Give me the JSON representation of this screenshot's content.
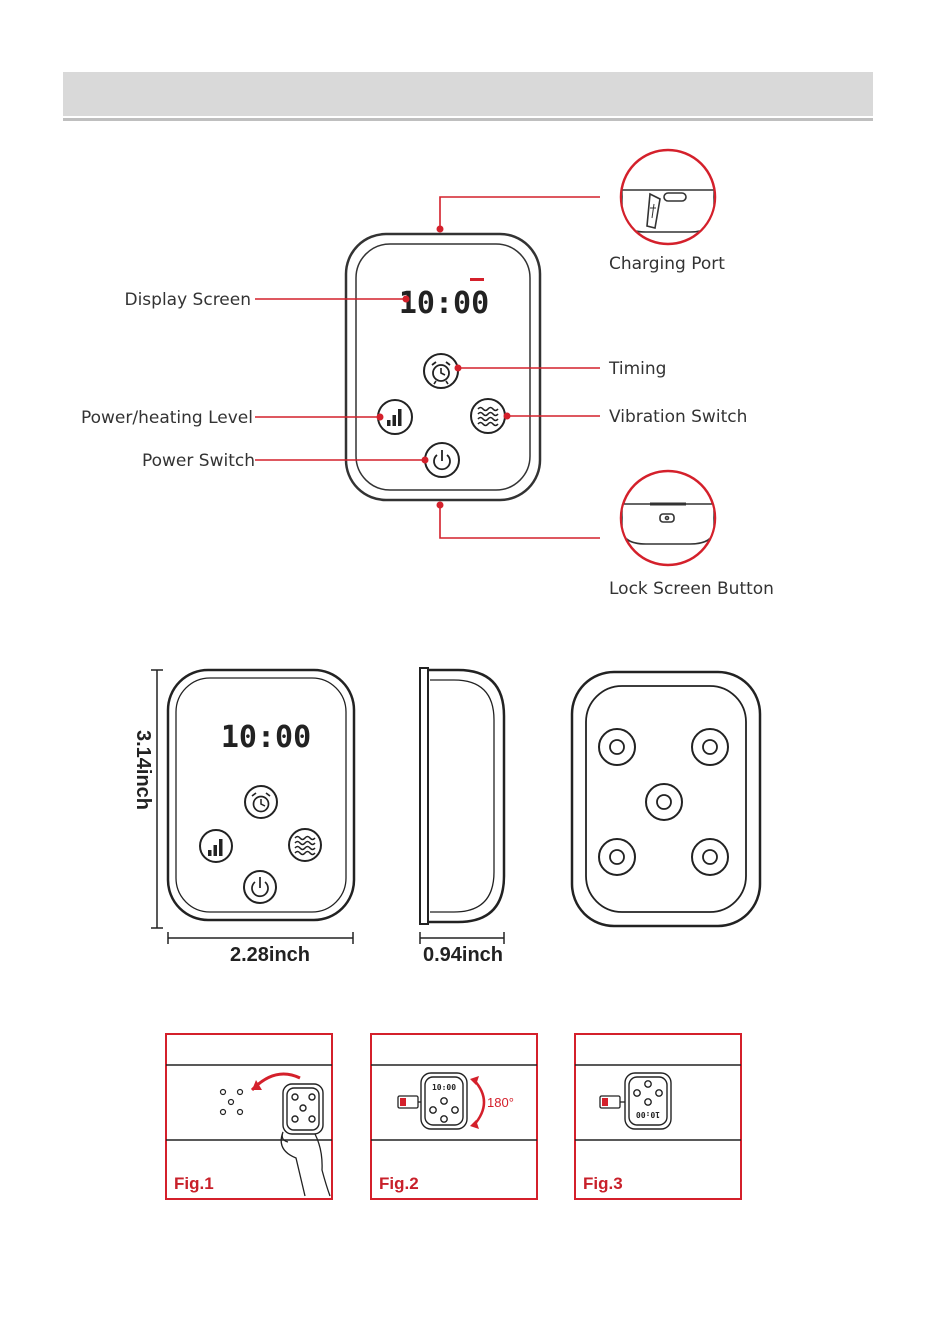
{
  "header": {
    "title": ""
  },
  "diagram": {
    "display_time": "10:00",
    "callouts": {
      "display_screen": "Display Screen",
      "power_heating_level": "Power/heating Level",
      "power_switch": "Power Switch",
      "charging_port": "Charging Port",
      "timing": "Timing",
      "vibration_switch": "Vibration Switch",
      "lock_screen_button": "Lock Screen Button"
    }
  },
  "dimensions": {
    "height": "3.14inch",
    "width": "2.28inch",
    "depth": "0.94inch"
  },
  "figures": {
    "fig1": "Fig.1",
    "fig2": "Fig.2",
    "fig3": "Fig.3",
    "rotation": "180°"
  },
  "colors": {
    "accent": "#d4202b",
    "line": "#333333",
    "header": "#d9d9d9"
  },
  "icons": [
    "alarm-clock-icon",
    "signal-bars-icon",
    "waves-icon",
    "power-icon",
    "usb-icon",
    "lock-icon"
  ]
}
